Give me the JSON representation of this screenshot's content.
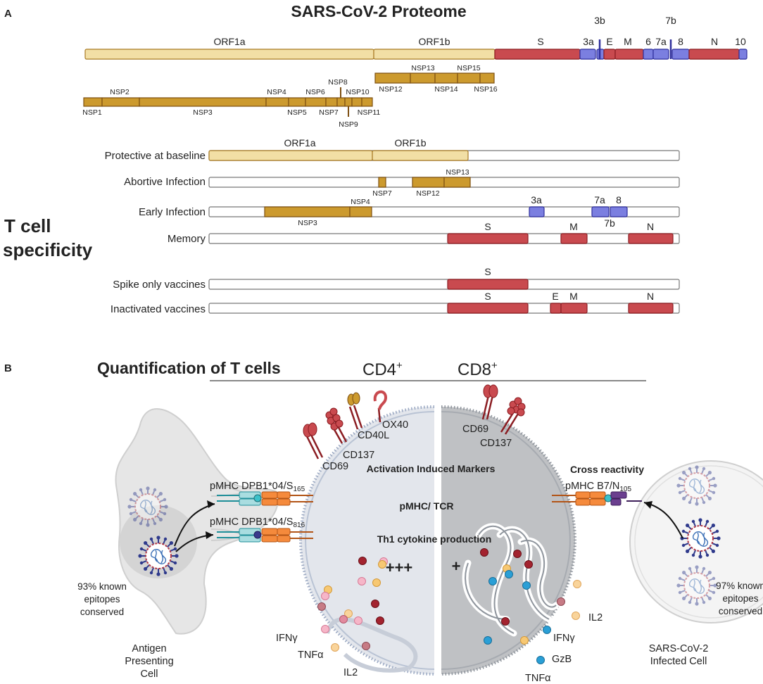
{
  "panelA": {
    "letter": "A",
    "title": "SARS-CoV-2 Proteome",
    "proteome": {
      "orf1a": "ORF1a",
      "orf1b": "ORF1b",
      "s": "S",
      "a3": "3a",
      "b3": "3b",
      "e": "E",
      "m": "M",
      "six": "6",
      "a7": "7a",
      "b7": "7b",
      "eight": "8",
      "n": "N",
      "ten": "10"
    },
    "nsp": [
      "NSP1",
      "NSP2",
      "NSP3",
      "NSP4",
      "NSP5",
      "NSP6",
      "NSP7",
      "NSP8",
      "NSP9",
      "NSP10",
      "NSP11",
      "NSP12",
      "NSP13",
      "NSP14",
      "NSP15",
      "NSP16"
    ],
    "side_label": "T cell specificity",
    "rows": {
      "protective": "Protective at baseline",
      "abortive": "Abortive Infection",
      "early": "Early Infection",
      "memory": "Memory",
      "spike": "Spike only vaccines",
      "inactivated": "Inactivated vaccines"
    }
  },
  "panelB": {
    "letter": "B",
    "title": "Quantification of T cells",
    "cd4": "CD4",
    "cd8": "CD8",
    "plus_sup": "+",
    "markers": {
      "ox40": "OX40",
      "cd40l": "CD40L",
      "cd137": "CD137",
      "cd69": "CD69"
    },
    "center": {
      "aim": "Activation Induced Markers",
      "tcr": "pMHC/ TCR",
      "th1": "Th1 cytokine production",
      "cd4_level": "+++",
      "cd8_level": "+"
    },
    "cross_reactivity": "Cross reactivity",
    "pmhc": {
      "apc1_prefix": "pMHC DPB1*04/S",
      "apc1_sub": "165",
      "apc2_prefix": "pMHC DPB1*04/S",
      "apc2_sub": "816",
      "inf_prefix": "pMHC B7/N",
      "inf_sub": "105"
    },
    "apc": {
      "conserved1": "93% known",
      "conserved2": "epitopes",
      "conserved3": "conserved",
      "name1": "Antigen",
      "name2": "Presenting",
      "name3": "Cell"
    },
    "infected": {
      "conserved1": "97% known",
      "conserved2": "epitopes",
      "conserved3": "conserved",
      "name1": "SARS-CoV-2",
      "name2": "Infected Cell"
    },
    "cytokines": {
      "ifng": "IFNγ",
      "tnfa": "TNFα",
      "il2": "IL2",
      "gzb": "GzB"
    }
  },
  "colors": {
    "orf_light": "#f2dfa5",
    "nsp": "#cc9a2e",
    "structural_red": "#c94a4f",
    "accessory_blue": "#7b7fe0",
    "cd4_cell": "#e3e6ec",
    "cd8_cell": "#bfc1c4",
    "mhc_teal": "#a9dde0",
    "tcr_orange": "#f58a3c",
    "mhc_purple": "#6b3f8f"
  }
}
